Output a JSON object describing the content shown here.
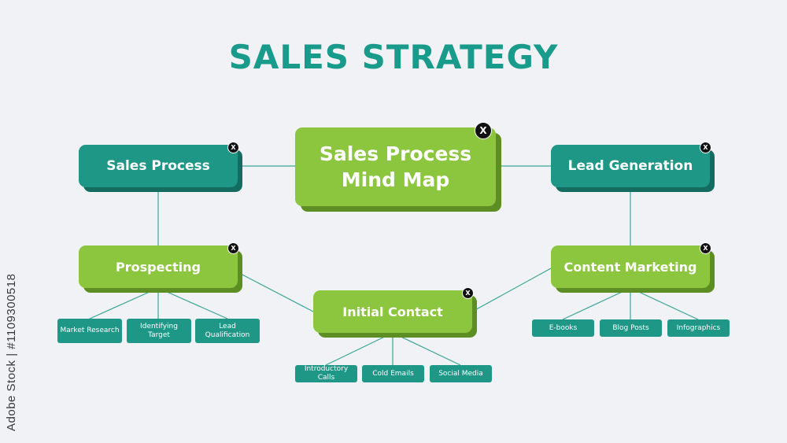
{
  "title": "SALES STRATEGY",
  "watermark": "Adobe Stock | #1109300518",
  "colors": {
    "background": "#f1f2f5",
    "teal": "#1e9787",
    "teal_shadow": "#146c61",
    "green": "#8cc63e",
    "green_shadow": "#5c8e23",
    "title": "#189b8b",
    "connector": "#3aa596",
    "close_button": "#111111"
  },
  "close_label": "X",
  "nodes": {
    "root": {
      "label": "Sales Process Mind Map",
      "color": "green"
    },
    "sales_process": {
      "label": "Sales Process",
      "color": "teal"
    },
    "lead_generation": {
      "label": "Lead Generation",
      "color": "teal"
    },
    "prospecting": {
      "label": "Prospecting",
      "color": "green"
    },
    "content_marketing": {
      "label": "Content Marketing",
      "color": "green"
    },
    "initial_contact": {
      "label": "Initial Contact",
      "color": "green"
    }
  },
  "leaves": {
    "prospecting": [
      "Market Research",
      "Identifying Target",
      "Lead Qualification"
    ],
    "initial_contact": [
      "Introductory Calls",
      "Cold Emails",
      "Social Media"
    ],
    "content_marketing": [
      "E-books",
      "Blog Posts",
      "Infographics"
    ]
  },
  "edges": [
    [
      "root",
      "sales_process"
    ],
    [
      "root",
      "lead_generation"
    ],
    [
      "sales_process",
      "prospecting"
    ],
    [
      "lead_generation",
      "content_marketing"
    ],
    [
      "prospecting",
      "initial_contact"
    ],
    [
      "content_marketing",
      "initial_contact"
    ]
  ]
}
